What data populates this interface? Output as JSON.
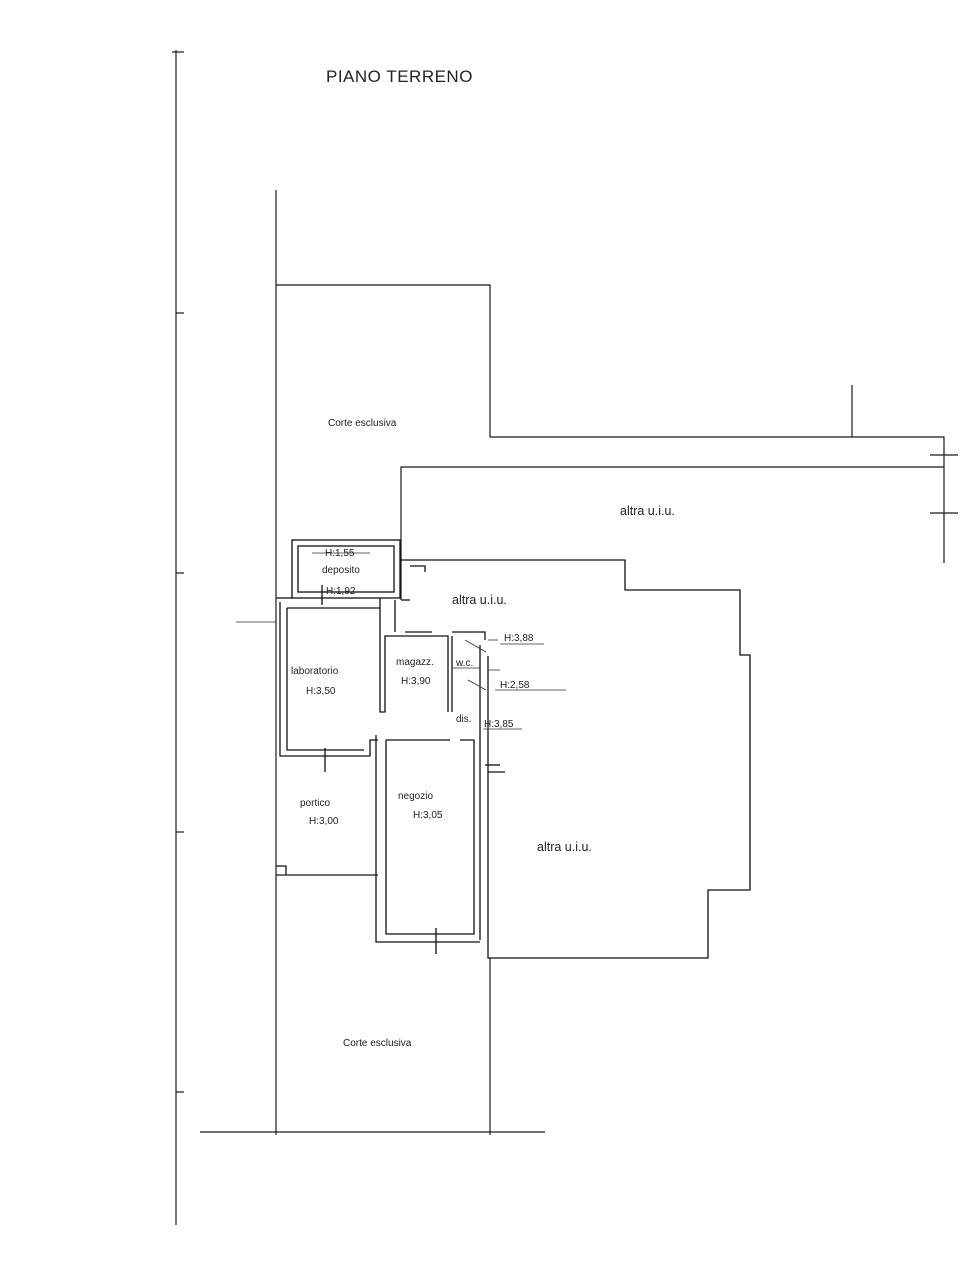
{
  "title": "PIANO TERRENO",
  "labels": {
    "corte_top": "Corte esclusiva",
    "corte_bottom": "Corte esclusiva",
    "altra_1": "altra u.i.u.",
    "altra_2": "altra u.i.u.",
    "altra_3": "altra u.i.u."
  },
  "rooms": {
    "deposito": {
      "name": "deposito",
      "h_top": "H:1,55",
      "h_bottom": "H:1,92"
    },
    "laboratorio": {
      "name": "laboratorio",
      "height": "H:3,50"
    },
    "magazzino": {
      "name": "magazz.",
      "height": "H:3,90"
    },
    "wc": {
      "name": "w.c.",
      "height": "H:3,88"
    },
    "disimpegno": {
      "name": "dis.",
      "height": "H:3,85"
    },
    "wc_low": {
      "height": "H:2,58"
    },
    "portico": {
      "name": "portico",
      "height": "H:3,00"
    },
    "negozio": {
      "name": "negozio",
      "height": "H:3,05"
    }
  }
}
